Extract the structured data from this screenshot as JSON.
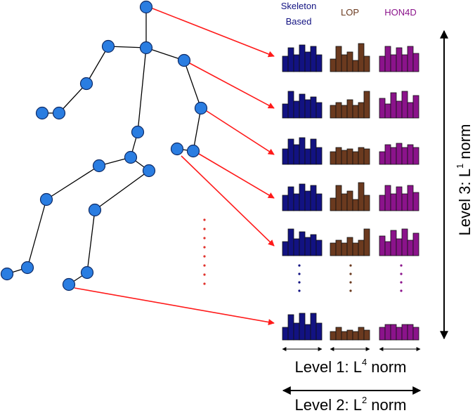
{
  "columns": [
    {
      "key": "skeleton",
      "label_line1": "Skeleton",
      "label_line2": "Based",
      "color": "#121282"
    },
    {
      "key": "lop",
      "label_line1": "LOP",
      "label_line2": "",
      "color": "#6b3a1f"
    },
    {
      "key": "hon4d",
      "label_line1": "HON4D",
      "label_line2": "",
      "color": "#8b138b"
    }
  ],
  "levels": {
    "level1": {
      "prefix": "Level 1: L",
      "sup": "4",
      "suffix": " norm"
    },
    "level2": {
      "prefix": "Level 2: L",
      "sup": "2",
      "suffix": " norm"
    },
    "level3": {
      "prefix": "Level 3: L",
      "sup": "1",
      "suffix": " norm"
    }
  },
  "colors": {
    "joint": "#2a7de1",
    "joint_stroke": "#0d2a66",
    "arrow": "#ff1a1a",
    "bar_stroke": "#111111",
    "dots": {
      "red": "#e0302a",
      "blue": "#121282",
      "brown": "#6b3a1f",
      "purple": "#8b138b"
    }
  },
  "histograms": {
    "skeleton": [
      [
        0.55,
        0.85,
        0.6,
        0.95,
        0.7,
        0.9,
        0.6
      ],
      [
        0.5,
        0.95,
        0.6,
        0.85,
        0.65,
        0.75,
        0.55
      ],
      [
        0.55,
        0.9,
        0.7,
        0.95,
        0.55,
        0.9,
        0.6
      ],
      [
        0.55,
        0.85,
        0.6,
        0.95,
        0.7,
        0.9,
        0.6
      ],
      [
        0.5,
        0.95,
        0.6,
        0.85,
        0.65,
        0.75,
        0.55
      ],
      [
        0.45,
        0.9,
        0.6,
        0.95,
        0.55,
        0.95,
        0.6
      ]
    ],
    "lop": [
      [
        0.45,
        0.9,
        0.6,
        0.7,
        0.4,
        1.0,
        0.55
      ],
      [
        0.45,
        0.55,
        0.45,
        0.65,
        0.45,
        0.55,
        0.95
      ],
      [
        0.45,
        0.6,
        0.5,
        0.55,
        0.45,
        0.6,
        0.55
      ],
      [
        0.45,
        0.9,
        0.6,
        0.7,
        0.4,
        1.0,
        0.55
      ],
      [
        0.45,
        0.55,
        0.45,
        0.65,
        0.45,
        0.55,
        0.95
      ],
      [
        0.3,
        0.45,
        0.3,
        0.35,
        0.3,
        0.45,
        0.35
      ]
    ],
    "hon4d": [
      [
        0.55,
        0.9,
        0.6,
        0.85,
        0.6,
        0.9,
        0.65
      ],
      [
        0.7,
        0.5,
        0.9,
        0.6,
        0.95,
        0.55,
        0.8
      ],
      [
        0.45,
        0.7,
        0.6,
        0.75,
        0.6,
        0.7,
        0.6
      ],
      [
        0.55,
        0.9,
        0.6,
        0.85,
        0.6,
        0.9,
        0.65
      ],
      [
        0.7,
        0.5,
        0.9,
        0.6,
        0.95,
        0.55,
        0.8
      ],
      [
        0.45,
        0.55,
        0.55,
        0.45,
        0.55,
        0.55,
        0.45
      ]
    ]
  }
}
